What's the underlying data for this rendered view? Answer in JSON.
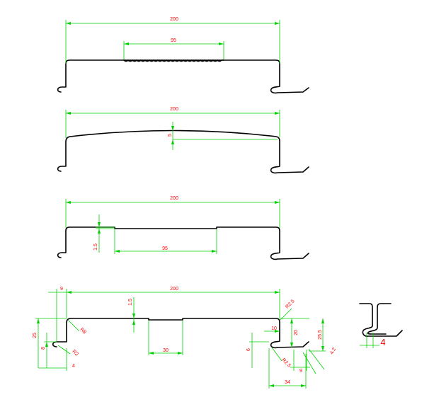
{
  "colors": {
    "profile": "#000000",
    "dimension_line": "#00d000",
    "dimension_text": "#ff0000",
    "background": "#ffffff"
  },
  "profile1": {
    "width_label": "200",
    "center_label": "95"
  },
  "profile2": {
    "width_label": "200",
    "rise_label": "5"
  },
  "profile3": {
    "width_label": "200",
    "step_label": "1.5",
    "center_label": "95"
  },
  "profile4": {
    "left_offset_label": "9",
    "width_label": "200",
    "step_label": "1.5",
    "left_radius_label": "R8",
    "right_top_radius_label": "R2.5",
    "left_total_height_label": "25",
    "left_lower_height_label": "8",
    "left_lower_radius_label": "R2",
    "left_bottom_offset_label": "4",
    "groove_width_label": "30",
    "lip_width_label": "10",
    "inner_height_label": "20",
    "outer_height_label": "25.5",
    "lip_depth_label": "6",
    "hook_radius_label": "R2.5",
    "hook_gap_label": "9",
    "hook_angle_label": "4.2",
    "hook_total_label": "34"
  },
  "detail": {
    "gap_label": "4"
  }
}
